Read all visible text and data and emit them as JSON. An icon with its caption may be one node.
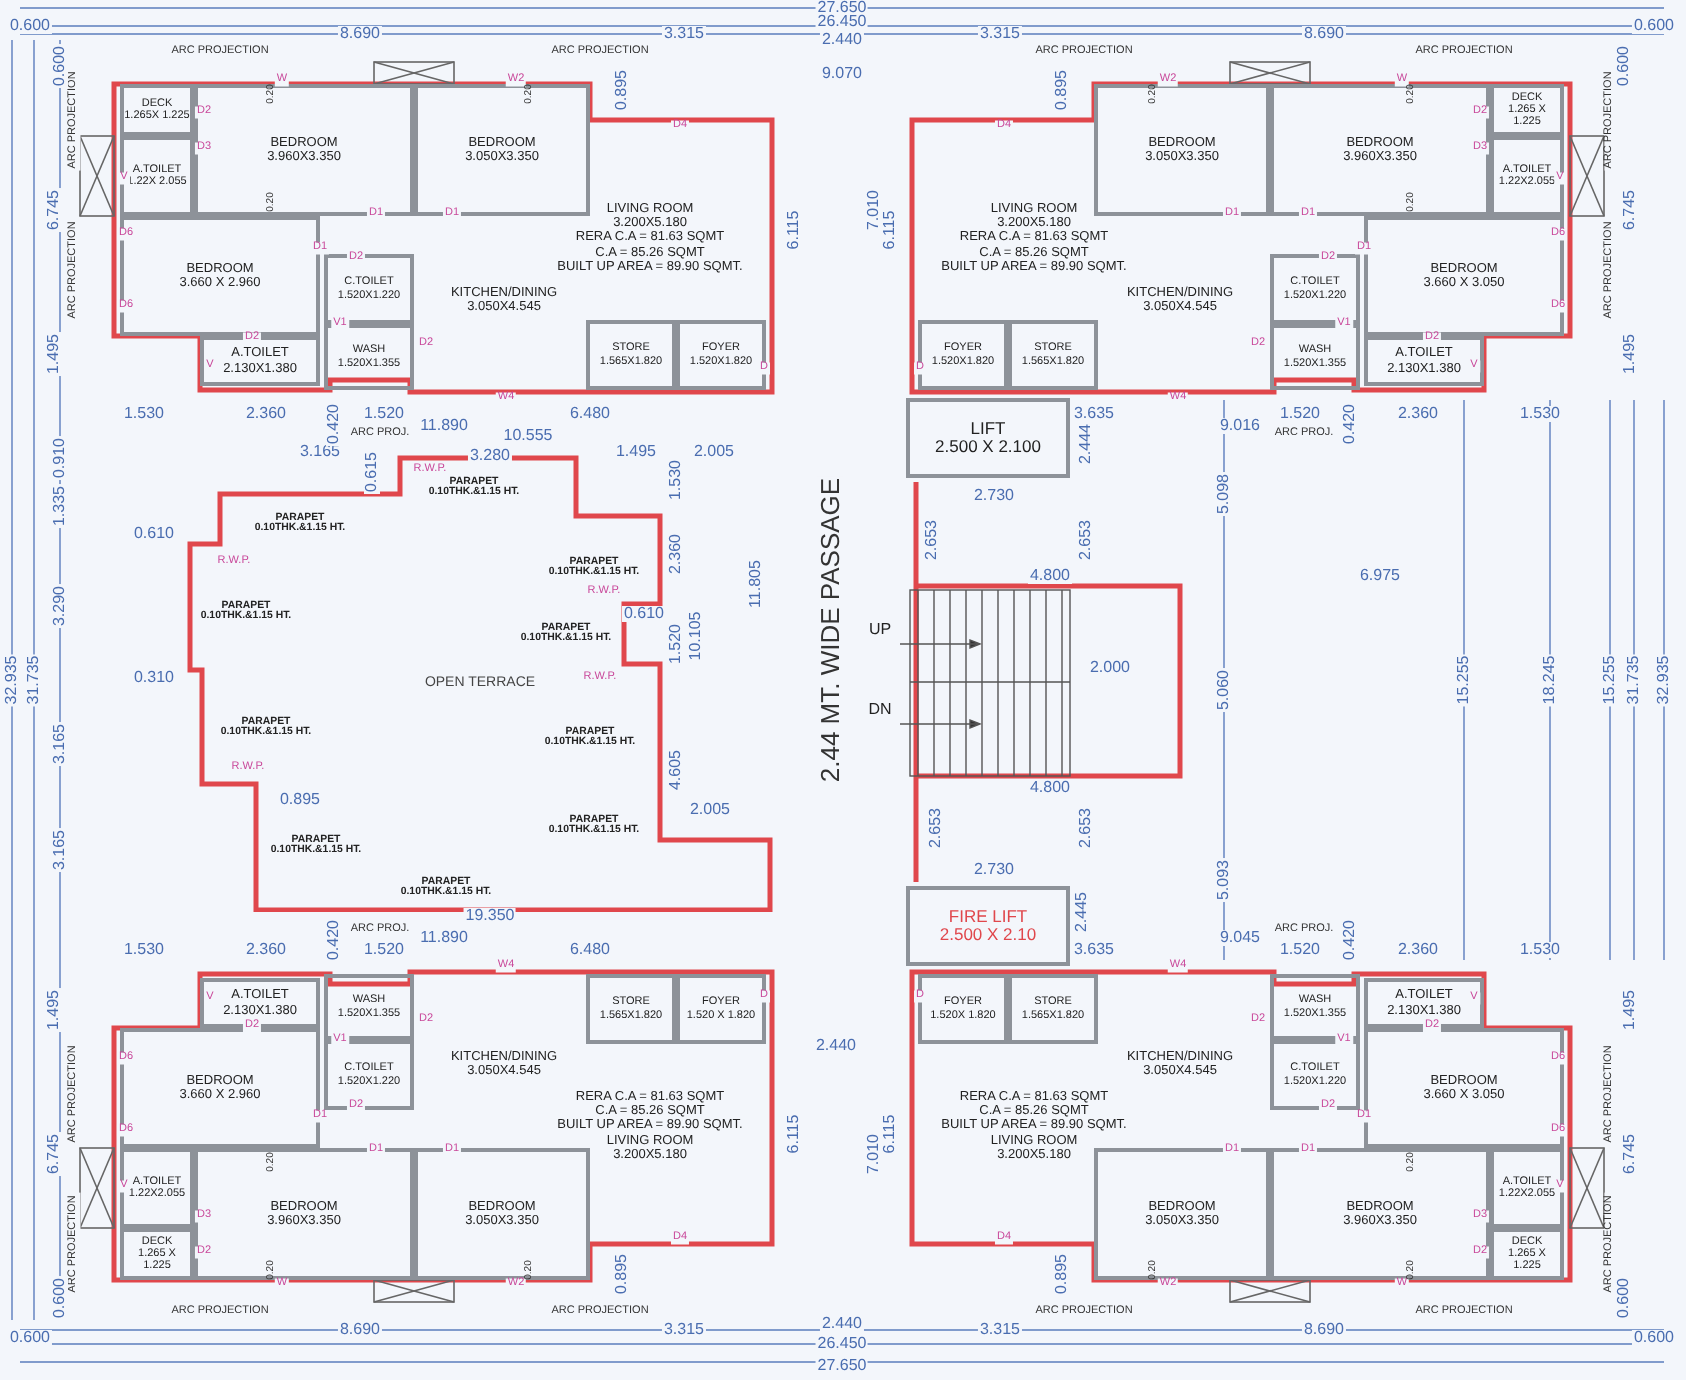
{
  "diagram": {
    "nodes": [
      {
        "text": [
          "DECK",
          "1.265X 1.225"
        ]
      },
      {
        "text": [
          "A.TOILET",
          "1.22X 2.055"
        ]
      },
      {
        "text": [
          "BEDROOM",
          "3.960X3.350"
        ]
      },
      {
        "text": [
          "BEDROOM",
          "3.050X3.350"
        ]
      },
      {
        "text": [
          "LIVING ROOM",
          "3.200X5.180",
          "RERA C.A = 81.63 SQMT",
          "C.A = 85.26 SQMT",
          "BUILT UP AREA = 89.90 SQMT."
        ]
      },
      {
        "text": [
          "BEDROOM",
          "3.660 X 2.960"
        ]
      },
      {
        "text": [
          "C.TOILET",
          "1.520X1.220"
        ]
      },
      {
        "text": [
          "KITCHEN/DINING",
          "3.050X4.545"
        ]
      },
      {
        "text": [
          "A.TOILET",
          "2.130X1.380"
        ]
      },
      {
        "text": [
          "WASH",
          "1.520X1.355"
        ]
      },
      {
        "text": [
          "STORE",
          "1.565X1.820"
        ]
      },
      {
        "text": [
          "FOYER",
          "1.520X1.820"
        ]
      },
      {
        "text": [
          "DECK",
          "1.265 X 1.225"
        ]
      },
      {
        "text": [
          "A.TOILET",
          "1.22X2.055"
        ]
      },
      {
        "text": [
          "BEDROOM",
          "3.960X3.350"
        ]
      },
      {
        "text": [
          "BEDROOM",
          "3.050X3.350"
        ]
      },
      {
        "text": [
          "LIVING ROOM",
          "3.200X5.180",
          "RERA C.A = 81.63 SQMT",
          "C.A = 85.26 SQMT",
          "BUILT UP AREA = 89.90 SQMT."
        ]
      },
      {
        "text": [
          "BEDROOM",
          "3.660 X 3.050"
        ]
      },
      {
        "text": [
          "C.TOILET",
          "1.520X1.220"
        ]
      },
      {
        "text": [
          "KITCHEN/DINING",
          "3.050X4.545"
        ]
      },
      {
        "text": [
          "A.TOILET",
          "2.130X1.380"
        ]
      },
      {
        "text": [
          "WASH",
          "1.520X1.355"
        ]
      },
      {
        "text": [
          "STORE",
          "1.565X1.820"
        ]
      },
      {
        "text": [
          "FOYER",
          "1.520X1.820"
        ]
      },
      {
        "text": [
          "LIFT",
          "2.500 X 2.100"
        ]
      },
      {
        "text": [
          "OPEN TERRACE"
        ]
      },
      {
        "text": [
          "FIRE LIFT",
          "2.500 X 2.10"
        ]
      },
      {
        "text": [
          "DECK",
          "1.265 X 1.225"
        ]
      },
      {
        "text": [
          "A.TOILET",
          "1.22X2.055"
        ]
      },
      {
        "text": [
          "BEDROOM",
          "3.960X3.350"
        ]
      },
      {
        "text": [
          "BEDROOM",
          "3.050X3.350"
        ]
      },
      {
        "text": [
          "RERA C.A = 81.63 SQMT",
          "C.A = 85.26 SQMT",
          "BUILT UP AREA = 89.90 SQMT.",
          "LIVING ROOM",
          "3.200X5.180"
        ]
      },
      {
        "text": [
          "BEDROOM",
          "3.660 X 2.960"
        ]
      },
      {
        "text": [
          "C.TOILET",
          "1.520X1.220"
        ]
      },
      {
        "text": [
          "KITCHEN/DINING",
          "3.050X4.545"
        ]
      },
      {
        "text": [
          "A.TOILET",
          "2.130X1.380"
        ]
      },
      {
        "text": [
          "WASH",
          "1.520X1.355"
        ]
      },
      {
        "text": [
          "STORE",
          "1.565X1.820"
        ]
      },
      {
        "text": [
          "FOYER",
          "1.520 X 1.820"
        ]
      },
      {
        "text": [
          "DECK",
          "1.265 X 1.225"
        ]
      },
      {
        "text": [
          "A.TOILET",
          "1.22X2.055"
        ]
      },
      {
        "text": [
          "BEDROOM",
          "3.960X3.350"
        ]
      },
      {
        "text": [
          "BEDROOM",
          "3.050X3.350"
        ]
      },
      {
        "text": [
          "RERA C.A = 81.63 SQMT",
          "C.A = 85.26 SQMT",
          "BUILT UP AREA = 89.90 SQMT.",
          "LIVING ROOM",
          "3.200X5.180"
        ]
      },
      {
        "text": [
          "BEDROOM",
          "3.660 X 3.050"
        ]
      },
      {
        "text": [
          "C.TOILET",
          "1.520X1.220"
        ]
      },
      {
        "text": [
          "KITCHEN/DINING",
          "3.050X4.545"
        ]
      },
      {
        "text": [
          "A.TOILET",
          "2.130X1.380"
        ]
      },
      {
        "text": [
          "WASH",
          "1.520X1.355"
        ]
      },
      {
        "text": [
          "STORE",
          "1.565X1.820"
        ]
      },
      {
        "text": [
          "FOYER",
          "1.520X 1.820"
        ]
      }
    ],
    "labels": [
      "27.650",
      "26.450",
      "2.440",
      "9.070",
      "10.555",
      "3.165",
      "3.280",
      "1.495",
      "2.005",
      "0.910",
      "1.335",
      "0.610",
      "3.290",
      "32.935",
      "31.735",
      "0.310",
      "3.165",
      "0.895",
      "3.165",
      "0.615",
      "1.530",
      "2.360",
      "0.610",
      "1.520",
      "10.105",
      "11.805",
      "4.605",
      "2.005",
      "19.350",
      "2.44 MT. WIDE PASSAGE",
      "2.444",
      "5.098",
      "2.730",
      "2.653",
      "2.653",
      "4.800",
      "6.975",
      "UP",
      "2.000",
      "15.255",
      "18.245",
      "15.255",
      "31.735",
      "32.935",
      "5.060",
      "DN",
      "4.800",
      "2.653",
      "2.653",
      "2.730",
      "5.093",
      "2.445",
      "2.440",
      "2.440",
      "26.450",
      "27.650",
      "PARAPET 0.10THK.&1.15 HT.",
      "PARAPET 0.10THK.&1.15 HT.",
      "PARAPET 0.10THK.&1.15 HT.",
      "PARAPET 0.10THK.&1.15 HT.",
      "PARAPET 0.10THK.&1.15 HT.",
      "PARAPET 0.10THK.&1.15 HT.",
      "PARAPET 0.10THK.&1.15 HT.",
      "PARAPET 0.10THK.&1.15 HT.",
      "PARAPET 0.10THK.&1.15 HT.",
      "PARAPET 0.10THK.&1.15 HT.",
      "R.W.P.",
      "R.W.P.",
      "R.W.P.",
      "R.W.P.",
      "R.W.P.",
      "ARC PROJECTION",
      "ARC PROJECTION",
      "ARC PROJECTION",
      "ARC PROJECTION",
      "W",
      "W2",
      "D4",
      "D2",
      "D3",
      "V",
      "D6",
      "D6",
      "D1",
      "D1",
      "D1",
      "D2",
      "D2",
      "V",
      "V1",
      "D2",
      "W4",
      "D",
      "0.20",
      "0.20",
      "0.20",
      "1.530",
      "2.360",
      "1.520",
      "0.420",
      "6.480",
      "11.890",
      "6.745",
      "1.495",
      "0.600",
      "0.895",
      "6.115",
      "8.690",
      "3.315",
      "0.600",
      "ARC PROJ.",
      "ARC PROJECTION",
      "ARC PROJECTION",
      "ARC PROJECTION",
      "ARC PROJECTION",
      "W",
      "W2",
      "D4",
      "D2",
      "D3",
      "V",
      "D6",
      "D6",
      "D1",
      "D1",
      "D1",
      "D2",
      "D2",
      "V",
      "V1",
      "D2",
      "W4",
      "D",
      "0.20",
      "0.20",
      "0.20",
      "1.530",
      "2.360",
      "1.520",
      "0.420",
      "3.635",
      "9.016",
      "6.745",
      "1.495",
      "0.600",
      "0.895",
      "6.115",
      "7.010",
      "8.690",
      "3.315",
      "0.600",
      "ARC PROJ.",
      "ARC PROJECTION",
      "ARC PROJECTION",
      "ARC PROJECTION",
      "ARC PROJECTION",
      "W",
      "W2",
      "D4",
      "D2",
      "D3",
      "V",
      "D6",
      "D6",
      "D1",
      "D1",
      "D1",
      "D2",
      "D2",
      "V",
      "V1",
      "D2",
      "W4",
      "D",
      "0.20",
      "0.20",
      "0.20",
      "1.530",
      "2.360",
      "1.520",
      "0.420",
      "6.480",
      "11.890",
      "6.745",
      "1.495",
      "0.600",
      "0.895",
      "6.115",
      "8.690",
      "3.315",
      "0.600",
      "ARC PROJ.",
      "ARC PROJECTION",
      "ARC PROJECTION",
      "ARC PROJECTION",
      "ARC PROJECTION",
      "W",
      "W2",
      "D4",
      "D2",
      "D3",
      "V",
      "D6",
      "D6",
      "D1",
      "D1",
      "D1",
      "D2",
      "D2",
      "V",
      "V1",
      "D2",
      "W4",
      "D",
      "0.20",
      "0.20",
      "0.20",
      "1.530",
      "2.360",
      "1.520",
      "0.420",
      "3.635",
      "9.045",
      "6.745",
      "1.495",
      "0.600",
      "0.895",
      "6.115",
      "7.010",
      "8.690",
      "3.315",
      "0.600",
      "ARC PROJ."
    ]
  }
}
